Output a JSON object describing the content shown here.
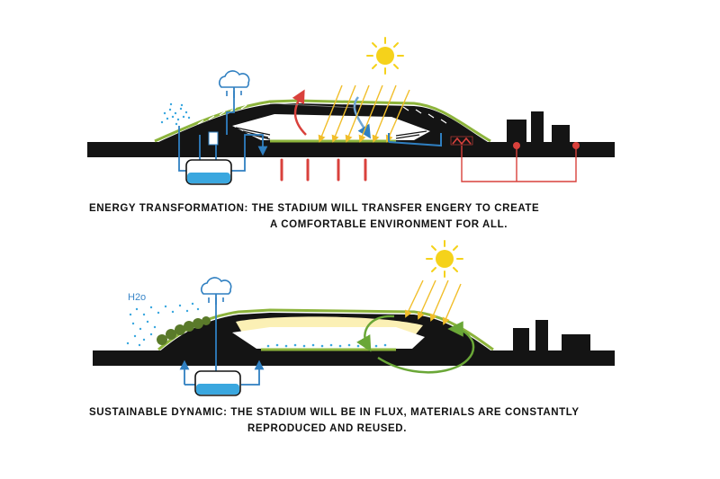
{
  "diagram_1": {
    "caption_line1": "ENERGY TRANSFORMATION: THE STADIUM WILL TRANSFER ENGERY TO CREATE",
    "caption_line2": "A COMFORTABLE ENVIRONMENT FOR ALL."
  },
  "diagram_2": {
    "water_label": "H2o",
    "caption_line1": "SUSTAINABLE DYNAMIC: THE STADIUM WILL BE IN FLUX, MATERIALS ARE CONSTANTLY",
    "caption_line2": "REPRODUCED AND REUSED."
  },
  "colors": {
    "ground": "#141414",
    "roof_green": "#8db43c",
    "water_blue": "#2f7fc1",
    "tank_fill": "#3aa7df",
    "sun": "#f5d21b",
    "sun_ray": "#f1be2a",
    "heat_red": "#d9413c",
    "cycle_green": "#6aa737",
    "glow": "#fbf0b5"
  }
}
